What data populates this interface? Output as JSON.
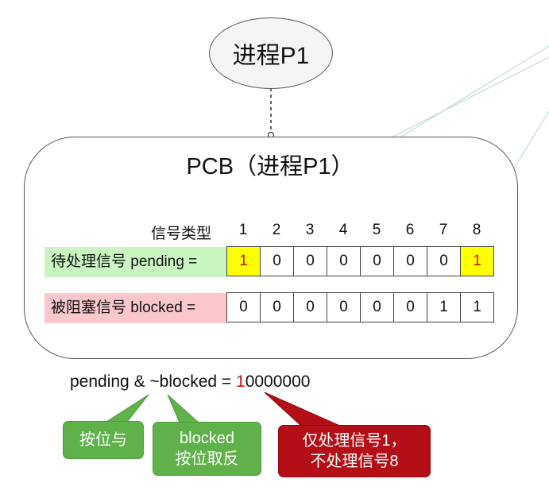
{
  "process": {
    "label": "进程P1"
  },
  "pcb": {
    "title": "PCB（进程P1）"
  },
  "signal_table": {
    "type_label": "信号类型",
    "headers": [
      "1",
      "2",
      "3",
      "4",
      "5",
      "6",
      "7",
      "8"
    ],
    "pending": {
      "label": "待处理信号 pending =",
      "values": [
        "1",
        "0",
        "0",
        "0",
        "0",
        "0",
        "0",
        "1"
      ],
      "highlight_color": "#ffff00",
      "label_color": "#c9f5c0"
    },
    "blocked": {
      "label": "被阻塞信号 blocked =",
      "values": [
        "0",
        "0",
        "0",
        "0",
        "0",
        "0",
        "1",
        "1"
      ],
      "label_color": "#f9c7cc"
    }
  },
  "formula": {
    "prefix": "pending & ~blocked = ",
    "first_bit": "1",
    "rest": "0000000"
  },
  "callouts": {
    "bitwise_and": "按位与",
    "bitwise_not_line1": "blocked",
    "bitwise_not_line2": "按位取反",
    "result_line1": "仅处理信号1，",
    "result_line2": "不处理信号8"
  },
  "colors": {
    "green_callout": "#5fb14a",
    "red_callout": "#b40f16",
    "highlight_text": "#cc1111"
  }
}
